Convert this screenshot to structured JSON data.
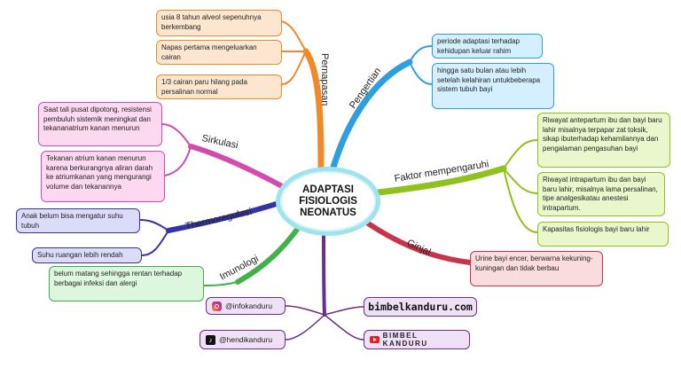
{
  "center": {
    "line1": "ADAPTASI",
    "line2": "FISIOLOGIS",
    "line3": "NEONATUS"
  },
  "branches": {
    "pernapasan": "Pernapasan",
    "pengertian": "Pengertian",
    "faktor": "Faktor mempengaruhi",
    "ginjal": "Ginjal",
    "imunologi": "Imunologi",
    "thermoregulasi": "Thermoregulasi",
    "sirkulasi": "Sirkulasi"
  },
  "nodes": {
    "pernapasan_1": "usia 8 tahun alveol sepenuhnya berkembang",
    "pernapasan_2": "Napas pertama mengeluarkan cairan",
    "pernapasan_3": "1/3 cairan paru hilang pada persalinan normal",
    "pengertian_1": "periode adaptasi terhadap kehidupan keluar rahim",
    "pengertian_2": "hingga satu bulan atau lebih setelah kelahiran untukbeberapa sistem tubuh bayi",
    "faktor_1": "Riwayat antepartum ibu dan bayi baru lahir misalnya terpapar zat toksik, sikap ibuterhadap kehamilannya dan pengalaman pengasuhan bayi",
    "faktor_2": "Riwayat intrapartum ibu dan bayi baru lahir, misalnya lama persalinan, tipe analgesikatau anestesi intrapartum.",
    "faktor_3": "Kapasitas fisiologis bayi baru lahir",
    "ginjal_1": "Urine bayi encer, berwarna kekuning-kuningan dan tidak berbau",
    "imunologi_1": "belum matang sehingga rentan terhadap berbagai infeksi dan alergi",
    "thermo_1": "Anak belum bisa mengatur suhu tubuh",
    "thermo_2": "Suhu ruangan lebih rendah",
    "sirkulasi_1": "Saat tali pusat dipotong, resistensi pembuluh sistemik meningkat dan tekananatrium kanan menurun",
    "sirkulasi_2": "Tekanan atrium kanan menurun karena berkurangnya aliran darah ke atriumkanan yang mengurangi volume dan tekanannya"
  },
  "social": {
    "instagram": "@infokanduru",
    "tiktok": "@hendikanduru",
    "website": "bimbelkanduru.com",
    "youtube": "BIMBEL KANDURU"
  },
  "icons": {
    "instagram": "instagram-icon",
    "tiktok": "tiktok-icon",
    "youtube": "youtube-icon"
  }
}
